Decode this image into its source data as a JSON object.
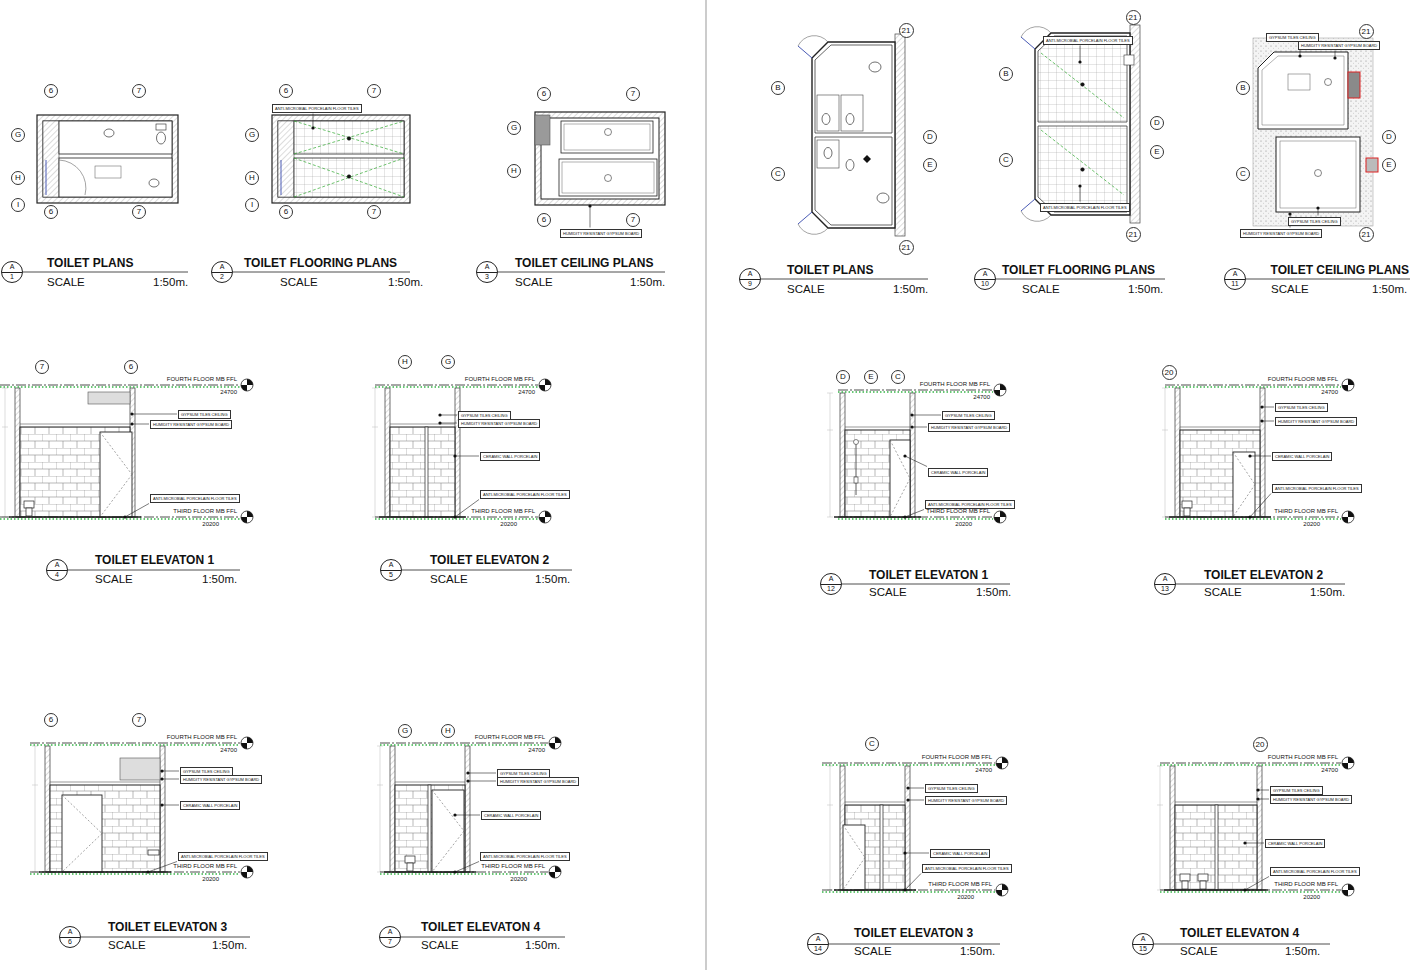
{
  "diagram": {
    "nodes": [
      {
        "text": [
          "6"
        ]
      },
      {
        "text": [
          "7"
        ]
      },
      {
        "text": [
          "G"
        ]
      },
      {
        "text": [
          "H"
        ]
      },
      {
        "text": [
          "I"
        ]
      },
      {
        "text": [
          "6"
        ]
      },
      {
        "text": [
          "7"
        ]
      },
      {
        "text": [
          "A",
          "1"
        ]
      },
      {
        "text": [
          "6"
        ]
      },
      {
        "text": [
          "7"
        ]
      },
      {
        "text": [
          "G"
        ]
      },
      {
        "text": [
          "H"
        ]
      },
      {
        "text": [
          "I"
        ]
      },
      {
        "text": [
          "6"
        ]
      },
      {
        "text": [
          "7"
        ]
      },
      {
        "text": [
          "ANTI-MICROBIAL PORCELAIN FLOOR TILES"
        ]
      },
      {
        "text": [
          "A",
          "2"
        ]
      },
      {
        "text": [
          "6"
        ]
      },
      {
        "text": [
          "7"
        ]
      },
      {
        "text": [
          "G"
        ]
      },
      {
        "text": [
          "H"
        ]
      },
      {
        "text": [
          "6"
        ]
      },
      {
        "text": [
          "7"
        ]
      },
      {
        "text": [
          "HUMIDITY RESISTANT GYPSUM BOARD"
        ]
      },
      {
        "text": [
          "A",
          "3"
        ]
      },
      {
        "text": [
          "21"
        ]
      },
      {
        "text": [
          "B"
        ]
      },
      {
        "text": [
          "C"
        ]
      },
      {
        "text": [
          "D"
        ]
      },
      {
        "text": [
          "E"
        ]
      },
      {
        "text": [
          "21"
        ]
      },
      {
        "text": [
          "A",
          "9"
        ]
      },
      {
        "text": [
          "21"
        ]
      },
      {
        "text": [
          "B"
        ]
      },
      {
        "text": [
          "C"
        ]
      },
      {
        "text": [
          "D"
        ]
      },
      {
        "text": [
          "E"
        ]
      },
      {
        "text": [
          "21"
        ]
      },
      {
        "text": [
          "ANTI-MICROBIAL PORCELAIN FLOOR TILES"
        ]
      },
      {
        "text": [
          "ANTI-MICROBIAL PORCELAIN FLOOR TILES"
        ]
      },
      {
        "text": [
          "A",
          "10"
        ]
      },
      {
        "text": [
          "21"
        ]
      },
      {
        "text": [
          "B"
        ]
      },
      {
        "text": [
          "C"
        ]
      },
      {
        "text": [
          "D"
        ]
      },
      {
        "text": [
          "E"
        ]
      },
      {
        "text": [
          "21"
        ]
      },
      {
        "text": [
          "GYPSUM TILES CEILING"
        ]
      },
      {
        "text": [
          "HUMIDITY RESISTANT GYPSUM BOARD"
        ]
      },
      {
        "text": [
          "GYPSUM TILES CEILING"
        ]
      },
      {
        "text": [
          "HUMIDITY RESISTANT GYPSUM BOARD"
        ]
      },
      {
        "text": [
          "A",
          "11"
        ]
      },
      {
        "text": [
          "7"
        ]
      },
      {
        "text": [
          "6"
        ]
      },
      {
        "text": [
          "GYPSUM TILES CEILING"
        ]
      },
      {
        "text": [
          "HUMIDITY RESISTANT GYPSUM BOARD"
        ]
      },
      {
        "text": [
          "ANTI-MICROBIAL PORCELAIN FLOOR TILES"
        ]
      },
      {
        "text": [
          "A",
          "4"
        ]
      },
      {
        "text": [
          "H"
        ]
      },
      {
        "text": [
          "G"
        ]
      },
      {
        "text": [
          "GYPSUM TILES CEILING"
        ]
      },
      {
        "text": [
          "HUMIDITY RESISTANT GYPSUM BOARD"
        ]
      },
      {
        "text": [
          "CERAMIC WALL PORCELAIN"
        ]
      },
      {
        "text": [
          "ANTI-MICROBIAL PORCELAIN FLOOR TILES"
        ]
      },
      {
        "text": [
          "A",
          "5"
        ]
      },
      {
        "text": [
          "D"
        ]
      },
      {
        "text": [
          "E"
        ]
      },
      {
        "text": [
          "C"
        ]
      },
      {
        "text": [
          "GYPSUM TILES CEILING"
        ]
      },
      {
        "text": [
          "HUMIDITY RESISTANT GYPSUM BOARD"
        ]
      },
      {
        "text": [
          "CERAMIC WALL PORCELAIN"
        ]
      },
      {
        "text": [
          "ANTI-MICROBIAL PORCELAIN FLOOR TILES"
        ]
      },
      {
        "text": [
          "A",
          "12"
        ]
      },
      {
        "text": [
          "20"
        ]
      },
      {
        "text": [
          "GYPSUM TILES CEILING"
        ]
      },
      {
        "text": [
          "HUMIDITY RESISTANT GYPSUM BOARD"
        ]
      },
      {
        "text": [
          "CERAMIC WALL PORCELAIN"
        ]
      },
      {
        "text": [
          "ANTI-MICROBIAL PORCELAIN FLOOR TILES"
        ]
      },
      {
        "text": [
          "A",
          "13"
        ]
      },
      {
        "text": [
          "6"
        ]
      },
      {
        "text": [
          "7"
        ]
      },
      {
        "text": [
          "GYPSUM TILES CEILING"
        ]
      },
      {
        "text": [
          "HUMIDITY RESISTANT GYPSUM BOARD"
        ]
      },
      {
        "text": [
          "CERAMIC WALL PORCELAIN"
        ]
      },
      {
        "text": [
          "ANTI-MICROBIAL PORCELAIN FLOOR TILES"
        ]
      },
      {
        "text": [
          "A",
          "6"
        ]
      },
      {
        "text": [
          "G"
        ]
      },
      {
        "text": [
          "H"
        ]
      },
      {
        "text": [
          "GYPSUM TILES CEILING"
        ]
      },
      {
        "text": [
          "HUMIDITY RESISTANT GYPSUM BOARD"
        ]
      },
      {
        "text": [
          "CERAMIC WALL PORCELAIN"
        ]
      },
      {
        "text": [
          "ANTI-MICROBIAL PORCELAIN FLOOR TILES"
        ]
      },
      {
        "text": [
          "A",
          "7"
        ]
      },
      {
        "text": [
          "C"
        ]
      },
      {
        "text": [
          "GYPSUM TILES CEILING"
        ]
      },
      {
        "text": [
          "HUMIDITY RESISTANT GYPSUM BOARD"
        ]
      },
      {
        "text": [
          "CERAMIC WALL PORCELAIN"
        ]
      },
      {
        "text": [
          "ANTI-MICROBIAL PORCELAIN FLOOR TILES"
        ]
      },
      {
        "text": [
          "A",
          "14"
        ]
      },
      {
        "text": [
          "20"
        ]
      },
      {
        "text": [
          "GYPSUM TILES CEILING"
        ]
      },
      {
        "text": [
          "HUMIDITY RESISTANT GYPSUM BOARD"
        ]
      },
      {
        "text": [
          "CERAMIC WALL PORCELAIN"
        ]
      },
      {
        "text": [
          "ANTI-MICROBIAL PORCELAIN FLOOR TILES"
        ]
      },
      {
        "text": [
          "A",
          "15"
        ]
      }
    ],
    "labels": [
      "TOILET PLANS",
      "SCALE",
      "1:50m.",
      "TOILET FLOORING PLANS",
      "SCALE",
      "1:50m.",
      "TOILET CEILING PLANS",
      "SCALE",
      "1:50m.",
      "TOILET PLANS",
      "SCALE",
      "1:50m.",
      "TOILET FLOORING PLANS",
      "SCALE",
      "1:50m.",
      "TOILET CEILING PLANS",
      "SCALE",
      "1:50m.",
      "FOURTH FLOOR MB FFL",
      "24700",
      "THIRD FLOOR MB FFL",
      "20200",
      "TOILET ELEVATON 1",
      "SCALE",
      "1:50m.",
      "FOURTH FLOOR MB FFL",
      "24700",
      "THIRD FLOOR MB FFL",
      "20200",
      "TOILET ELEVATON 2",
      "SCALE",
      "1:50m.",
      "FOURTH FLOOR MB FFL",
      "24700",
      "THIRD FLOOR MB FFL",
      "20200",
      "TOILET ELEVATON 1",
      "SCALE",
      "1:50m.",
      "FOURTH FLOOR MB FFL",
      "24700",
      "THIRD FLOOR MB FFL",
      "20200",
      "TOILET ELEVATON 2",
      "SCALE",
      "1:50m.",
      "FOURTH FLOOR MB FFL",
      "24700",
      "THIRD FLOOR MB FFL",
      "20200",
      "TOILET ELEVATON 3",
      "SCALE",
      "1:50m.",
      "FOURTH FLOOR MB FFL",
      "24700",
      "THIRD FLOOR MB FFL",
      "20200",
      "TOILET ELEVATON 4",
      "SCALE",
      "1:50m.",
      "FOURTH FLOOR MB FFL",
      "24700",
      "THIRD FLOOR MB FFL",
      "20200",
      "TOILET ELEVATON 3",
      "SCALE",
      "1:50m.",
      "FOURTH FLOOR MB FFL",
      "24700",
      "THIRD FLOOR MB FFL",
      "20200",
      "TOILET ELEVATON 4",
      "SCALE",
      "1:50m."
    ]
  }
}
